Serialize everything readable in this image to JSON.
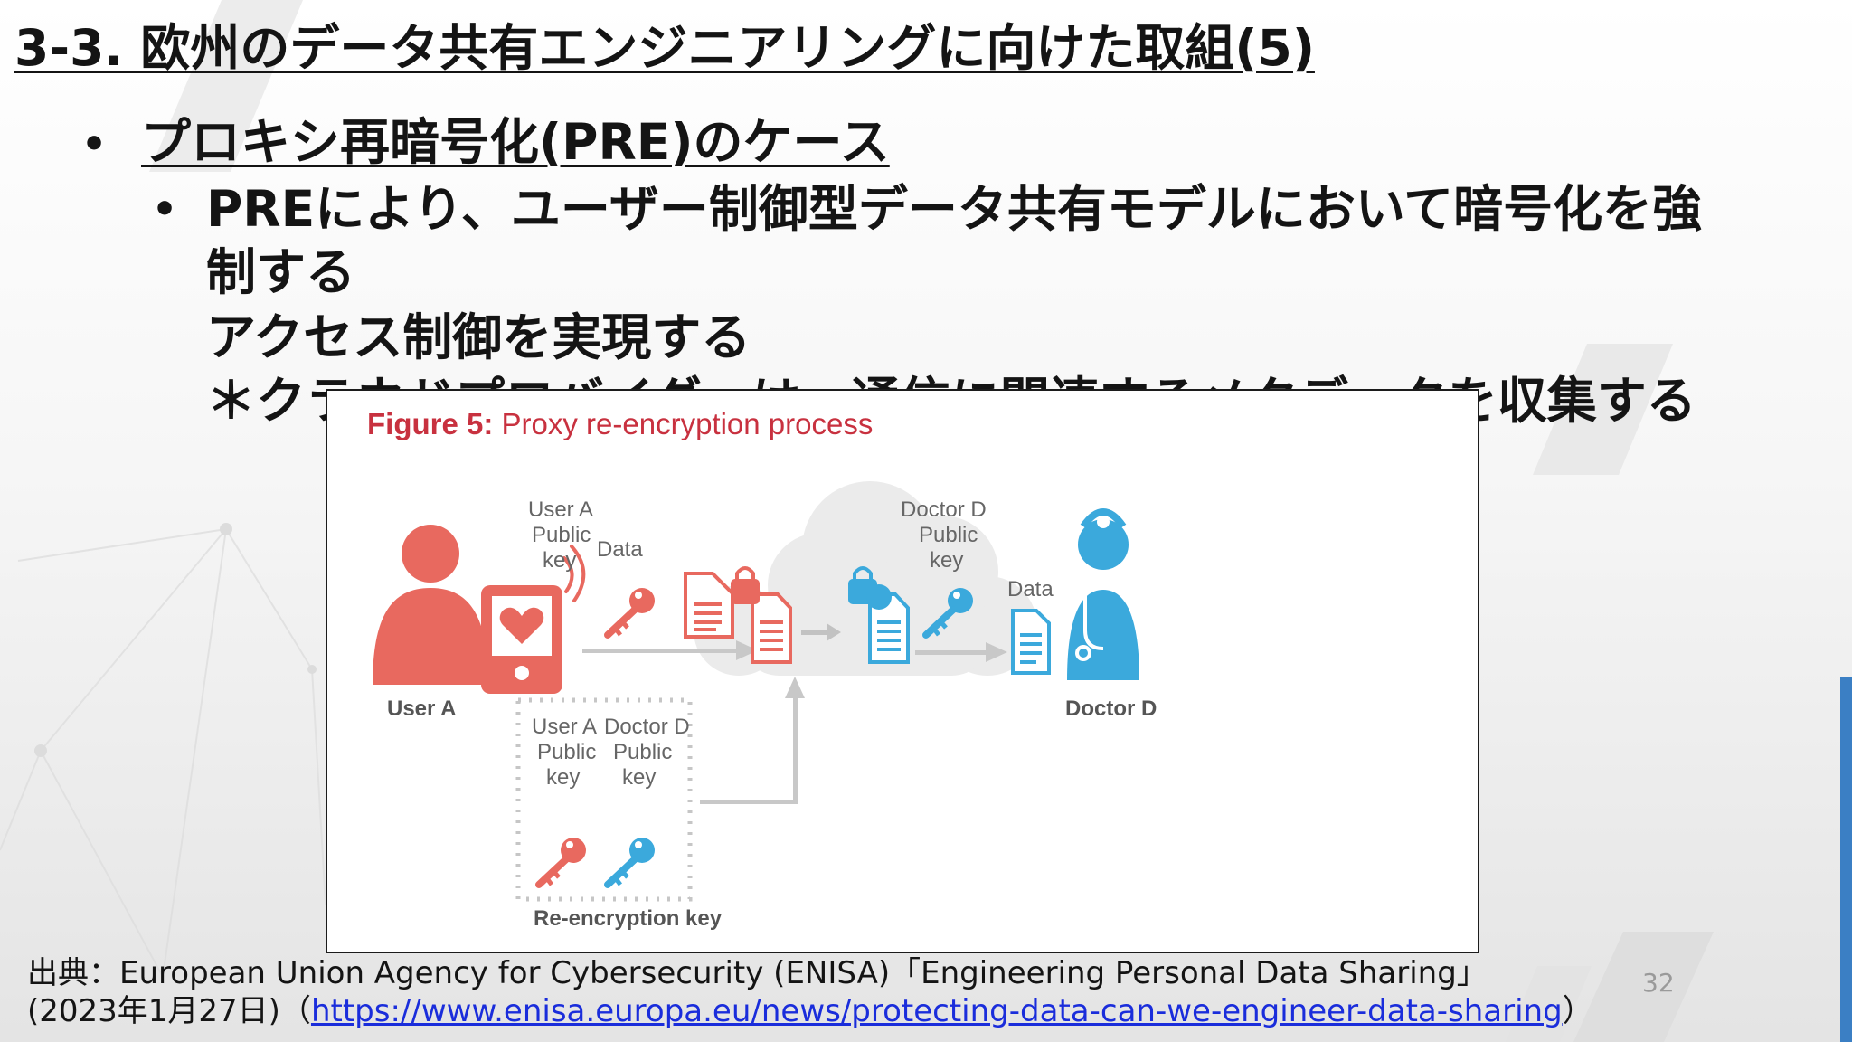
{
  "slide": {
    "title": "3-3. 欧州のデータ共有エンジニアリングに向けた取組(5)",
    "bullet1": "プロキシ再暗号化(PRE)のケース",
    "sub_lines": [
      "PREにより、ユーザー制御型データ共有モデルにおいて暗号化を強",
      "制する",
      "アクセス制御を実現する",
      "＊クラウドプロバイダーは、通信に関連するメタデータを収集する"
    ],
    "page_number": "32"
  },
  "figure": {
    "label": "Figure 5:",
    "caption": "Proxy re-encryption process",
    "user_a": "User A",
    "doctor_d": "Doctor D",
    "user_a_public_key": [
      "User A",
      "Public",
      "key"
    ],
    "data_label": "Data",
    "doctor_d_public_key": [
      "Doctor D",
      "Public",
      "key"
    ],
    "re_encryption_key": "Re-encryption key",
    "key_box_user": [
      "User A",
      "Public",
      "key"
    ],
    "key_box_doctor": [
      "Doctor D",
      "Public",
      "key"
    ],
    "colors": {
      "user": "#e8695f",
      "doctor": "#3ba9dc",
      "arrow": "#c6c6c6",
      "cloud": "#ececec"
    }
  },
  "source": {
    "line1": "出典：European Union Agency for Cybersecurity (ENISA)「Engineering Personal Data Sharing」",
    "line2_prefix": "(2023年1月27日)（",
    "url": "https://www.enisa.europa.eu/news/protecting-data-can-we-engineer-data-sharing",
    "line2_suffix": "）"
  }
}
